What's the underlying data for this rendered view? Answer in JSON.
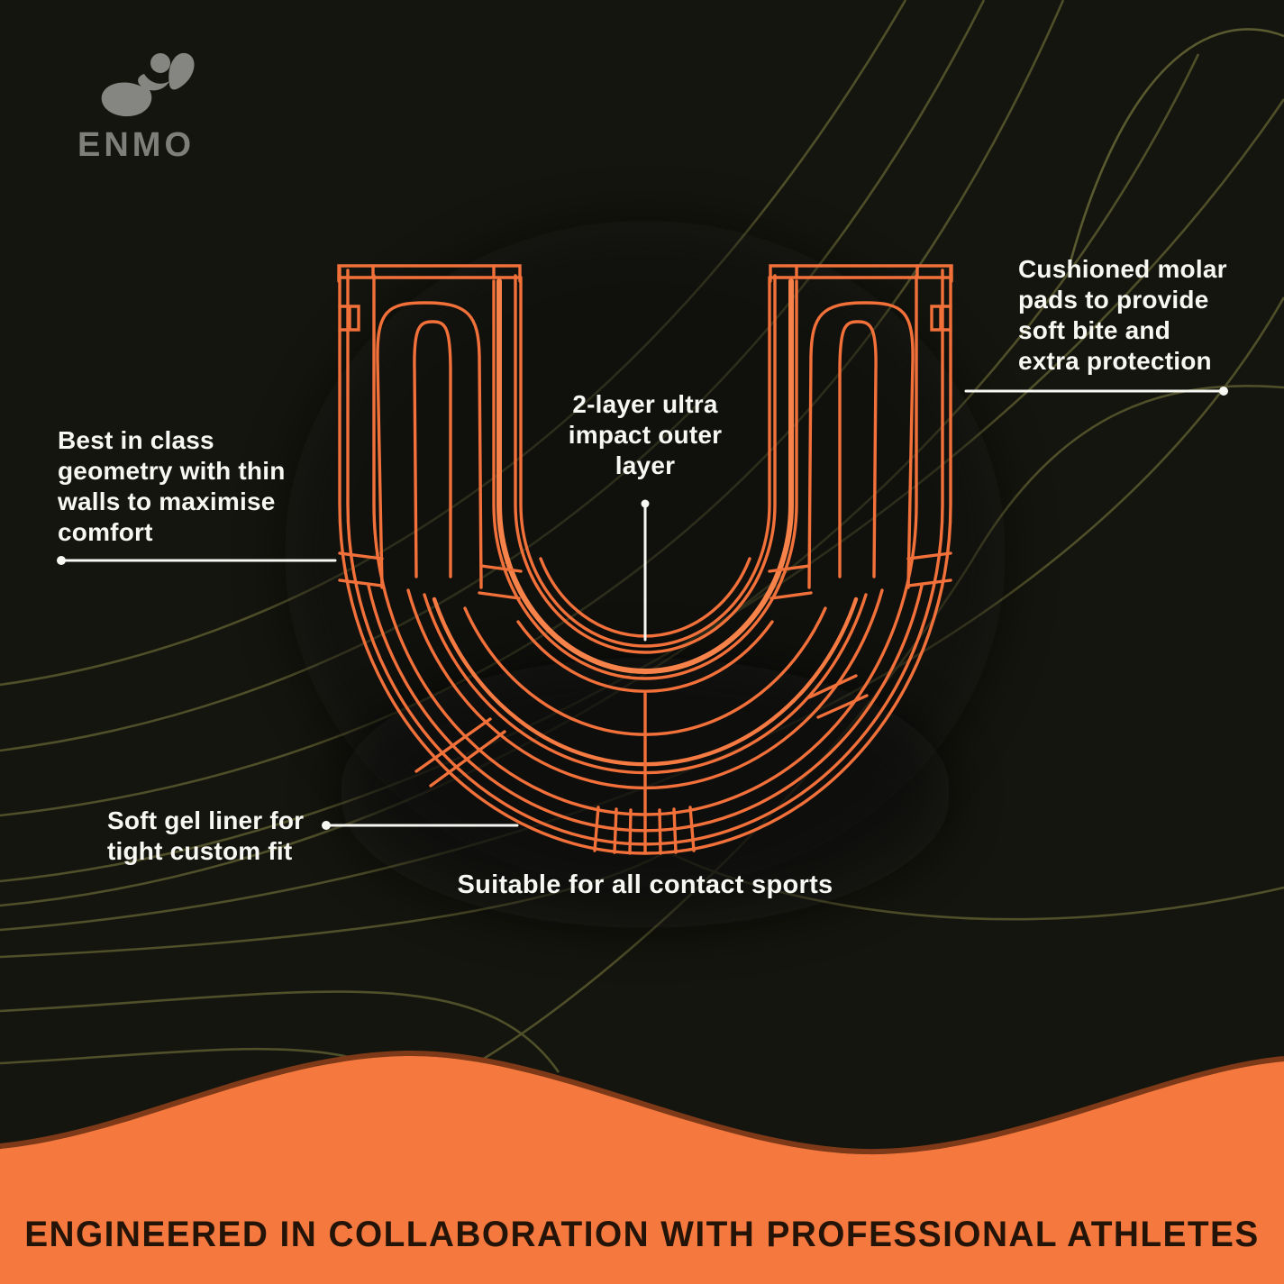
{
  "brand": {
    "name": "ENMO"
  },
  "callouts": {
    "molar_pads": {
      "lines": [
        "Cushioned molar",
        "pads to provide",
        "soft bite and",
        "extra protection"
      ]
    },
    "geometry": {
      "lines": [
        "Best in class",
        "geometry with thin",
        "walls to maximise",
        "comfort"
      ]
    },
    "outer_layer": {
      "lines": [
        "2-layer ultra",
        "impact outer",
        "layer"
      ]
    },
    "gel_liner": {
      "lines": [
        "Soft gel liner for",
        "tight custom fit"
      ]
    },
    "suitable": {
      "text": "Suitable for all contact sports"
    }
  },
  "banner": {
    "text": "ENGINEERED IN COLLABORATION WITH PROFESSIONAL ATHLETES"
  },
  "icons": {
    "logo": "enmo-swirl-logo-icon"
  },
  "colors": {
    "background": "#15150F",
    "accent_orange": "#F2713A",
    "lip_highlight": "#F8834A",
    "wave_orange": "#F5793E",
    "wave_edge": "#7E3A18",
    "contour_olive": "#4F4F2A",
    "text_white": "#F7F7F4",
    "logo_gray": "#7E7E7A",
    "banner_text": "#241307"
  }
}
